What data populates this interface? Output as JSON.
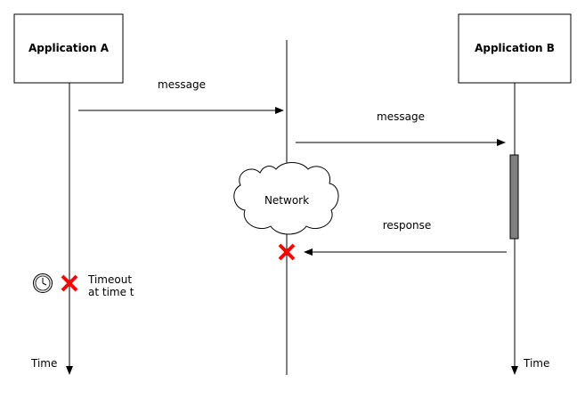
{
  "participants": {
    "app_a": {
      "label": "Application A"
    },
    "app_b": {
      "label": "Application B"
    },
    "network": {
      "label": "Network"
    }
  },
  "messages": {
    "a_to_network": {
      "label": "message"
    },
    "network_to_b": {
      "label": "message"
    },
    "b_response": {
      "label": "response"
    }
  },
  "timeout": {
    "line1": "Timeout",
    "line2": "at time t",
    "icon": "clock-icon"
  },
  "time_axis": {
    "left_label": "Time",
    "right_label": "Time"
  },
  "failure_marker": {
    "icon": "red-x-icon",
    "color": "#ff0000"
  },
  "colors": {
    "activation_bar": "#808080",
    "failure": "#ff0000"
  }
}
